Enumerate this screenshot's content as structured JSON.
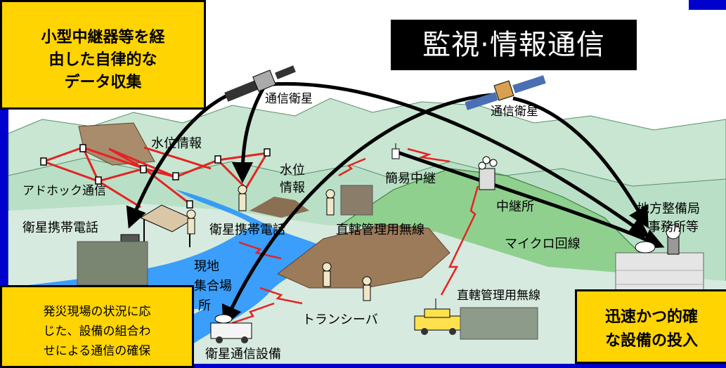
{
  "title": "監視·情報通信",
  "box_top_left": [
    "小型中継器等を経",
    "由した自律的な",
    "データ収集"
  ],
  "box_bottom_left": [
    "発災現場の状況に応",
    "じた、設備の組合わ",
    "せによる通信の確保"
  ],
  "box_bottom_right": [
    "迅速かつ的確",
    "な設備の投入"
  ],
  "labels": {
    "satellite_left": "通信衛星",
    "satellite_right": "通信衛星",
    "water_level_info_1": "水位情報",
    "water_level_info_2a": "水位",
    "water_level_info_2b": "情報",
    "simple_relay": "簡易中継",
    "adhoc": "アドホック通信",
    "sat_phone_1": "衛星携帯電話",
    "sat_phone_2": "衛星携帯電話",
    "direct_radio_1": "直轄管理用無線",
    "relay_station": "中継所",
    "regional_bureau_a": "地方整備局",
    "regional_bureau_b": "事務所等",
    "microwave": "マイクロ回線",
    "site_a": "現地",
    "site_b": "集合場",
    "site_c": "所",
    "direct_radio_2": "直轄管理用無線",
    "transceiver": "トランシーバ",
    "sat_comm": "衛星通信設備"
  },
  "colors": {
    "background": "#0000cc",
    "box": "#ffd400",
    "sky": "#ffffff",
    "hill_light": "#c8e6d2",
    "hill_green": "#8fd08f",
    "river": "#1e90ff",
    "arrow": "#000000",
    "sensor_link": "#e52222"
  }
}
